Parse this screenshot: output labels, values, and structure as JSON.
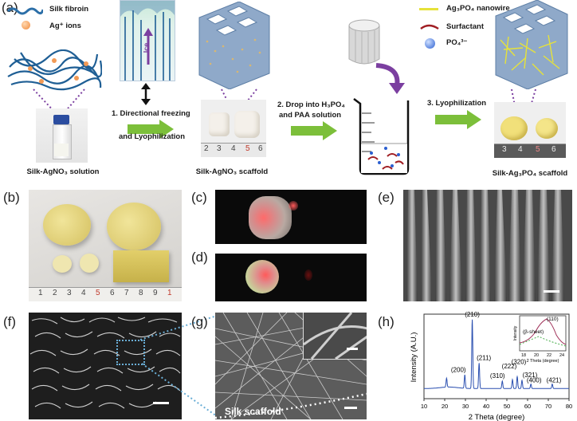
{
  "panel_labels": {
    "a": "(a)",
    "b": "(b)",
    "c": "(c)",
    "d": "(d)",
    "e": "(e)",
    "f": "(f)",
    "g": "(g)",
    "h": "(h)"
  },
  "legend_left": {
    "silk": "Silk fibroin",
    "ag": "Ag⁺ ions"
  },
  "legend_right": {
    "nanowire": "Ag₃PO₄ nanowire",
    "surfactant": "Surfactant",
    "po4": "PO₄³⁻"
  },
  "ice_label": "Ice",
  "steps": {
    "step1_line1": "1. Directional freezing",
    "step1_line2": "and Lyophilization",
    "step2_line1": "2. Drop into H₃PO₄",
    "step2_line2": "and PAA solution",
    "step3": "3. Lyophilization"
  },
  "captions": {
    "solution": "Silk-AgNO₃ solution",
    "scaffold": "Silk-AgNO₃ scaffold",
    "final": "Silk-Ag₃PO₄ scaffold"
  },
  "ruler_a1": [
    "2",
    "3",
    "4",
    "5",
    "6"
  ],
  "ruler_a2": [
    "3",
    "4",
    "5",
    "6"
  ],
  "ruler_b": [
    "1",
    "2",
    "3",
    "4",
    "5",
    "6",
    "7",
    "8",
    "9",
    "1"
  ],
  "silk_scaffold_label": "Silk scaffold",
  "colors": {
    "arrow_green": "#7cbf3a",
    "scaffold_blue": "#8fa9c9",
    "nanowire_yellow": "#e6e23a",
    "surfactant_red": "#a01e23",
    "xrd_line": "#2a4fb0",
    "inset_fit": "#a0325a",
    "inset_fit2": "#4caf50"
  },
  "chart_data": {
    "type": "line",
    "xlabel": "2 Theta (degree)",
    "ylabel": "Intensity (A.U.)",
    "xlim": [
      10,
      80
    ],
    "xticks": [
      "10",
      "20",
      "30",
      "40",
      "50",
      "60",
      "70",
      "80"
    ],
    "peaks": [
      {
        "x": 20.9,
        "y": 0.12
      },
      {
        "x": 29.7,
        "y": 0.18,
        "label": "(200)"
      },
      {
        "x": 33.3,
        "y": 0.92,
        "label": "(210)"
      },
      {
        "x": 36.6,
        "y": 0.34,
        "label": "(211)"
      },
      {
        "x": 47.8,
        "y": 0.1,
        "label": "(310)"
      },
      {
        "x": 52.7,
        "y": 0.12,
        "label": "(222)"
      },
      {
        "x": 55.0,
        "y": 0.16,
        "label": "(320)"
      },
      {
        "x": 57.3,
        "y": 0.11,
        "label": "(321)"
      },
      {
        "x": 61.6,
        "y": 0.06,
        "label": "(400)"
      },
      {
        "x": 71.9,
        "y": 0.06,
        "label": "(421)"
      }
    ],
    "inset": {
      "xlabel": "2 Theta (degree)",
      "ylabel": "Intensity",
      "xlim": [
        18,
        24
      ],
      "xticks": [
        "18",
        "20",
        "22",
        "24"
      ],
      "labels": [
        "(β-sheet)",
        "(110)"
      ]
    }
  }
}
